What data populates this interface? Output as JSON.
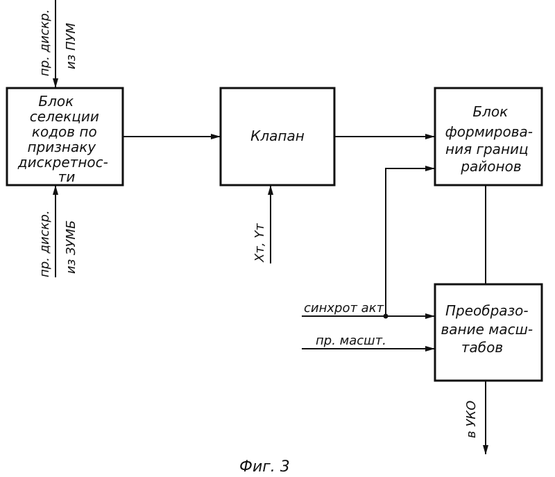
{
  "blocks": {
    "selection": {
      "lines": [
        "Блок",
        "селекции",
        "кодов по",
        "признаку",
        "дискретнос-",
        "ти"
      ]
    },
    "valve": {
      "lines": [
        "Клапан"
      ]
    },
    "boundary": {
      "lines": [
        "Блок",
        "формирова-",
        "ния границ",
        "районов"
      ]
    },
    "scale": {
      "lines": [
        "Преобразо-",
        "вание масш-",
        "табов"
      ]
    }
  },
  "inputs": {
    "top_left_a": "пр. дискр.",
    "top_left_b": "из ПУМ",
    "bottom_left_a": "пр. дискр.",
    "bottom_left_b": "из ЗУМБ",
    "valve_input": "Xт, Yт",
    "sync": "синхрот акт",
    "scale_signal": "пр. масшт."
  },
  "outputs": {
    "to_uko": "в УКО"
  },
  "caption": "Фиг. 3"
}
